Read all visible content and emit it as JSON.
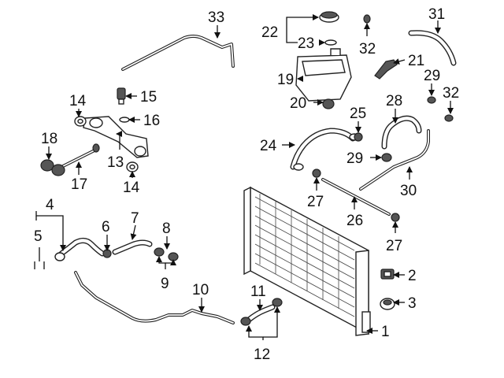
{
  "callouts": {
    "c1": "1",
    "c2": "2",
    "c3": "3",
    "c4": "4",
    "c5": "5",
    "c6": "6",
    "c7": "7",
    "c8": "8",
    "c9": "9",
    "c10": "10",
    "c11": "11",
    "c12": "12",
    "c13": "13",
    "c14a": "14",
    "c14b": "14",
    "c15": "15",
    "c16": "16",
    "c17": "17",
    "c18": "18",
    "c19": "19",
    "c20": "20",
    "c21": "21",
    "c22": "22",
    "c23": "23",
    "c24": "24",
    "c25": "25",
    "c26": "26",
    "c27a": "27",
    "c27b": "27",
    "c28": "28",
    "c29a": "29",
    "c29b": "29",
    "c30": "30",
    "c31": "31",
    "c32a": "32",
    "c32b": "32",
    "c33": "33"
  }
}
